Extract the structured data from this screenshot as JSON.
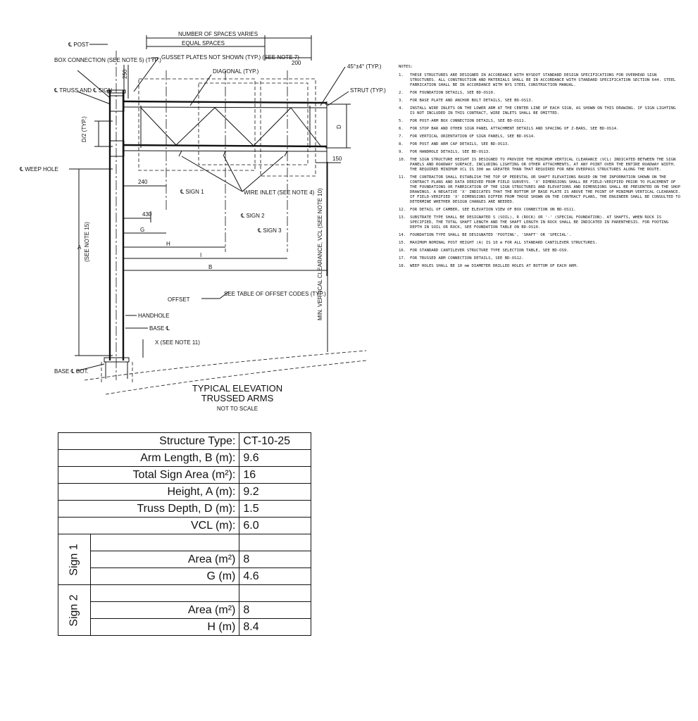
{
  "drawing": {
    "labels": {
      "post_cl": "℄ POST",
      "box_connection": "BOX CONNECTION (SEE NOTE 5) (TYP.)",
      "truss_sign_cl": "℄ TRUSS AND ℄ SIGN",
      "d2_typ": "D/2 (TYP.)",
      "weep_hole": "℄ WEEP HOLE",
      "number_of_spaces": "NUMBER OF SPACES VARIES",
      "equal_spaces": "EQUAL SPACES",
      "gusset": "GUSSET PLATES NOT SHOWN (TYP.) (SEE NOTE 7)",
      "diagonal": "DIAGONAL (TYP.)",
      "angle": "45°±4° (TYP.)",
      "strut": "STRUT (TYP.)",
      "wire_inlet": "WIRE INLET (SEE NOTE 4)",
      "sign1": "℄ SIGN 1",
      "sign2": "℄ SIGN 2",
      "sign3": "℄ SIGN 3",
      "offset": "OFFSET",
      "see_table": "SEE TABLE OF OFFSET CODES (TYP.)",
      "handhole": "HANDHOLE",
      "base_cl": "BASE ℄",
      "x_note": "X (SEE NOTE 11)",
      "base_bot": "BASE ℄ BOT.",
      "a_note": "(SEE NOTE 15)",
      "min_vcl": "MIN. VERTICAL CLEARANCE, VCL (SEE NOTE 10)",
      "dim_250": "250",
      "dim_200": "200",
      "dim_150": "150",
      "dim_240": "240",
      "dim_430": "430",
      "dim_d": "D",
      "dim_a": "A",
      "dim_g": "G",
      "dim_h": "H",
      "dim_i": "I",
      "dim_b": "B"
    },
    "title": "TYPICAL ELEVATION",
    "subtitle": "TRUSSED ARMS",
    "scale_note": "NOT TO SCALE"
  },
  "notes": {
    "heading": "NOTES:",
    "items": [
      {
        "num": "1.",
        "text": "THESE STRUCTURES ARE DESIGNED IN ACCORDANCE WITH NYSDOT STANDARD DESIGN SPECIFICATIONS FOR OVERHEAD SIGN STRUCTURES. ALL CONSTRUCTION AND MATERIALS SHALL BE IN ACCORDANCE WITH STANDARD SPECIFICATION SECTION 644. STEEL FABRICATION SHALL BE IN ACCORDANCE WITH NYS STEEL CONSTRUCTION MANUAL."
      },
      {
        "num": "2.",
        "text": "FOR FOUNDATION DETAILS, SEE BD-OS10."
      },
      {
        "num": "3.",
        "text": "FOR BASE PLATE AND ANCHOR BOLT DETAILS, SEE BD-OS13."
      },
      {
        "num": "4.",
        "text": "INSTALL WIRE INLETS ON THE LOWER ARM AT THE CENTER LINE OF EACH SIGN, AS SHOWN ON THIS DRAWING. IF SIGN LIGHTING IS NOT INCLUDED IN THIS CONTRACT, WIRE INLETS SHALL BE OMITTED."
      },
      {
        "num": "5.",
        "text": "FOR POST-ARM BOX CONNECTION DETAILS, SEE BD-OS11."
      },
      {
        "num": "6.",
        "text": "FOR STOP BAR AND OTHER SIGN PANEL ATTACHMENT DETAILS AND SPACING OF Z-BARS, SEE BD-OS14."
      },
      {
        "num": "7.",
        "text": "FOR VERTICAL ORIENTATION OF SIGN PANELS, SEE BD-OS14."
      },
      {
        "num": "8.",
        "text": "FOR POST AND ARM CAP DETAILS, SEE BD-OS13."
      },
      {
        "num": "9.",
        "text": "FOR HANDHOLE DETAILS, SEE BD-OS13."
      },
      {
        "num": "10.",
        "text": "THE SIGN STRUCTURE HEIGHT IS DESIGNED TO PROVIDE THE MINIMUM VERTICAL CLEARANCE (VCL) INDICATED BETWEEN THE SIGN PANELS AND ROADWAY SURFACE, INCLUDING LIGHTING OR OTHER ATTACHMENTS, AT ANY POINT OVER THE ENTIRE ROADWAY WIDTH. THE REQUIRED MINIMUM VCL IS 300 mm GREATER THAN THAT REQUIRED FOR NEW OVERPASS STRUCTURES ALONG THE ROUTE."
      },
      {
        "num": "11.",
        "text": "THE CONTRACTOR SHALL ESTABLISH THE TOP OF PEDESTAL OR SHAFT ELEVATIONS BASED ON THE INFORMATION SHOWN ON THE CONTRACT PLANS AND DATA DERIVED FROM FIELD SURVEYS. 'X' DIMENSIONS SHALL BE FIELD-VERIFIED PRIOR TO PLACEMENT OF THE FOUNDATIONS OR FABRICATION OF THE SIGN STRUCTURES AND ELEVATIONS AND DIMENSIONS SHALL BE PRESENTED ON THE SHOP DRAWINGS. A NEGATIVE 'X' INDICATES THAT THE BOTTOM OF BASE PLATE IS ABOVE THE POINT OF MINIMUM VERTICAL CLEARANCE. IF FIELD-VERIFIED 'X' DIMENSIONS DIFFER FROM THOSE SHOWN ON THE CONTRACT PLANS, THE ENGINEER SHALL BE CONSULTED TO DETERMINE WHETHER DESIGN CHANGES ARE NEEDED."
      },
      {
        "num": "12.",
        "text": "FOR DETAIL OF CAMBER, SEE ELEVATION VIEW OF BOX CONNECTION ON BD-OS11."
      },
      {
        "num": "13.",
        "text": "SUBSTRATE TYPE SHALL BE DESIGNATED S (SOIL), R (ROCK) OR '-' (SPECIAL FOUNDATION). AT SHAFTS, WHEN ROCK IS SPECIFIED, THE TOTAL SHAFT LENGTH AND THE SHAFT LENGTH IN ROCK SHALL BE INDICATED IN PARENTHESIS. FOR FOOTING DEPTH IN SOIL OR ROCK, SEE FOUNDATION TABLE ON BD-OS10."
      },
      {
        "num": "14.",
        "text": "FOUNDATION TYPE SHALL BE DESIGNATED 'FOOTING', 'SHAFT' OR 'SPECIAL'."
      },
      {
        "num": "15.",
        "text": "MAXIMUM NOMINAL POST HEIGHT (A) IS 10 m FOR ALL STANDARD CANTILEVER STRUCTURES."
      },
      {
        "num": "16.",
        "text": "FOR STANDARD CANTILEVER STRUCTURE TYPE SELECTION TABLE, SEE BD-OS9."
      },
      {
        "num": "17.",
        "text": "FOR TRUSSED ARM CONNECTION DETAILS, SEE BD-OS12."
      },
      {
        "num": "18.",
        "text": "WEEP HOLES SHALL BE 10 mm DIAMETER DRILLED HOLES AT BOTTOM OF EACH ARM."
      }
    ]
  },
  "table": {
    "rows": [
      {
        "label": "Structure Type:",
        "value": "CT-10-25"
      },
      {
        "label": "Arm Length, B (m):",
        "value": "9.6"
      },
      {
        "label": "Total Sign Area (m²):",
        "value": "16"
      },
      {
        "label": "Height, A (m):",
        "value": "9.2"
      },
      {
        "label": "Truss Depth, D (m):",
        "value": "1.5"
      },
      {
        "label": "VCL (m):",
        "value": "6.0"
      }
    ],
    "sign1": {
      "group": "Sign 1",
      "area_label": "Area (m²)",
      "area_value": "8",
      "g_label": "G (m)",
      "g_value": "4.6"
    },
    "sign2": {
      "group": "Sign 2",
      "area_label": "Area (m²)",
      "area_value": "8",
      "h_label": "H (m)",
      "h_value": "8.4"
    }
  }
}
